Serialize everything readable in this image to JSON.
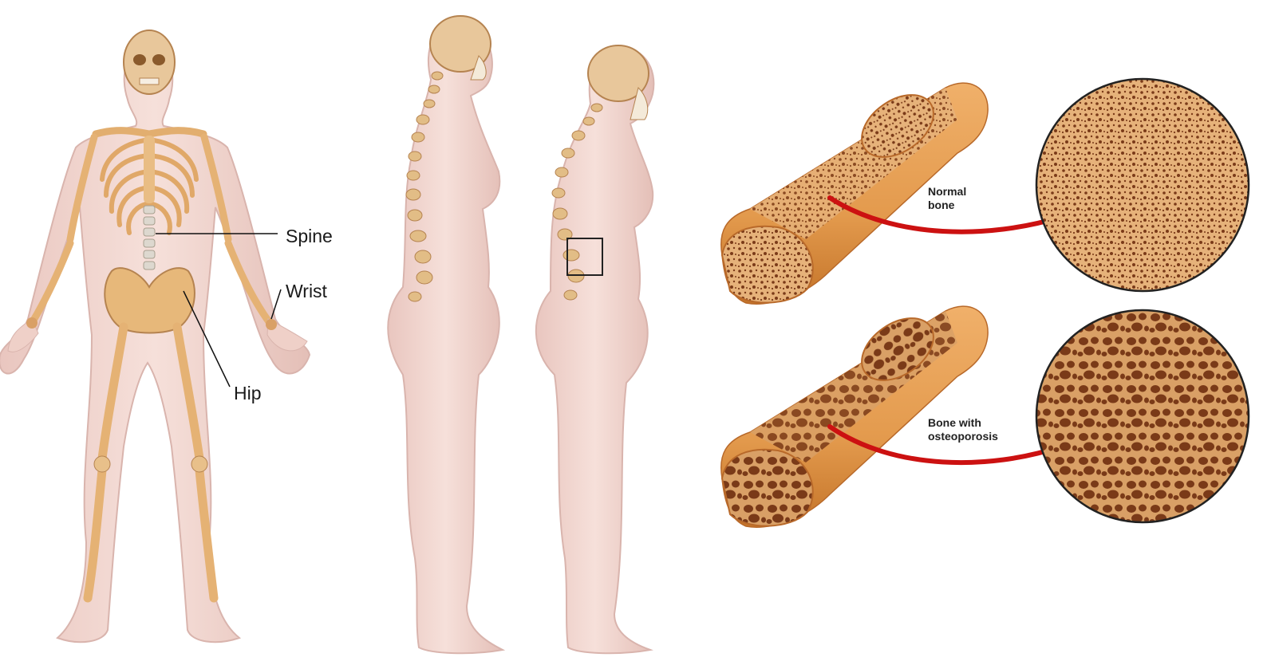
{
  "figure": {
    "skeleton_labels": {
      "spine": "Spine",
      "wrist": "Wrist",
      "hip": "Hip"
    },
    "bone_labels": {
      "normal_line1": "Normal",
      "normal_line2": "bone",
      "osteo_line1": "Bone with",
      "osteo_line2": "osteoporosis"
    }
  },
  "colors": {
    "skin": "#f3d9d3",
    "skin_shadow": "#e6c2bb",
    "bone": "#e8b97d",
    "bone_dark": "#c98e4e",
    "bone_tube": "#e39a4d",
    "bone_tube_dark": "#c9782e",
    "pore": "#7a3a18",
    "arrow": "#cc1111",
    "leader_line": "#111111"
  }
}
